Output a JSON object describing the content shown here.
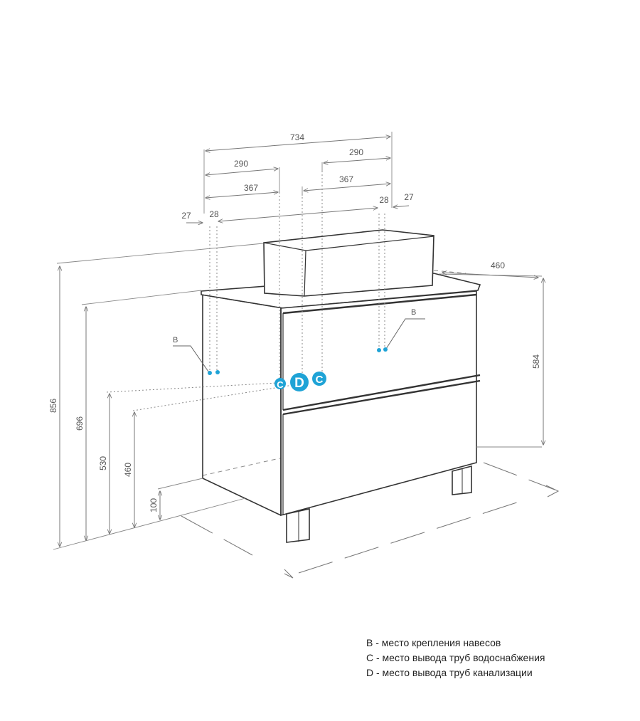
{
  "dimensions": {
    "overall_width": "734",
    "half_left": "290",
    "half_right": "290",
    "center_left": "367",
    "center_right": "367",
    "offset_27_left": "27",
    "offset_28_left": "28",
    "offset_28_right": "28",
    "offset_27_right": "27",
    "depth": "460",
    "height_total": "856",
    "height_top": "696",
    "height_530": "530",
    "height_460": "460",
    "height_legs": "100",
    "height_584": "584"
  },
  "markers": {
    "b_left": "B",
    "b_right": "B",
    "c1": "C",
    "d": "D",
    "c2": "C"
  },
  "legend": [
    "B - место крепления навесов",
    "C - место вывода труб водоснабжения",
    "D - место вывода труб канализации"
  ],
  "colors": {
    "line": "#333333",
    "dim_line": "#777777",
    "accent": "#1fa3d6"
  }
}
